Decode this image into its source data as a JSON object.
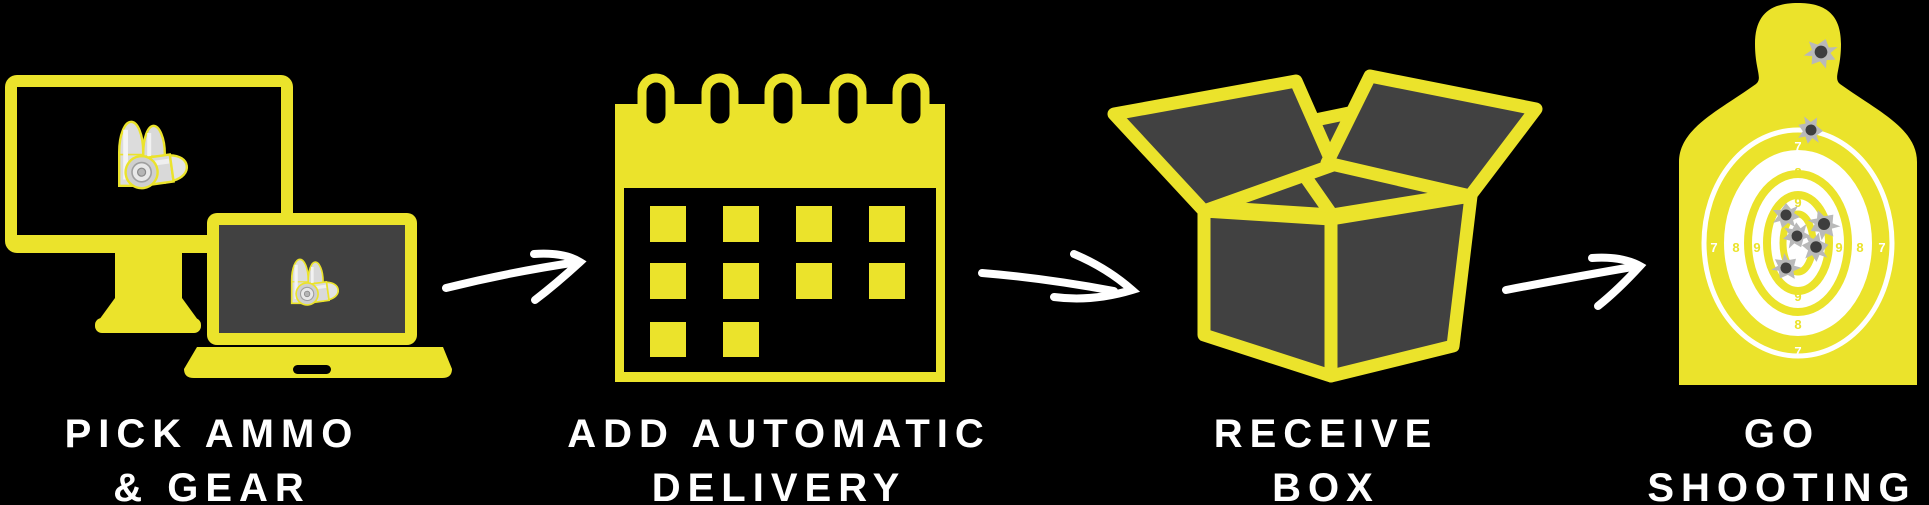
{
  "colors": {
    "background": "#000000",
    "accent_yellow": "#EBE32B",
    "dark_gray": "#414141",
    "text": "#FFFFFF",
    "arrow": "#FFFFFF",
    "bullet_silver": "#D9D9D9",
    "bullet_hole_gray": "#B9B9B9"
  },
  "steps": [
    {
      "name": "pick-ammo-gear",
      "icon": "desktop-laptop-ammo-icon",
      "label_line1": "PICK AMMO",
      "label_line2": "& GEAR"
    },
    {
      "name": "add-automatic-delivery",
      "icon": "calendar-icon",
      "label_line1": "ADD AUTOMATIC",
      "label_line2": "DELIVERY"
    },
    {
      "name": "receive-box",
      "icon": "open-shipping-box-icon",
      "label_line1": "RECEIVE",
      "label_line2": "BOX"
    },
    {
      "name": "go-shooting",
      "icon": "silhouette-target-icon",
      "label_line1": "GO",
      "label_line2": "SHOOTING"
    }
  ],
  "target": {
    "ring_numbers": {
      "outer": "7",
      "middle": "8",
      "inner": "9"
    },
    "bullet_hole_count": 7
  }
}
